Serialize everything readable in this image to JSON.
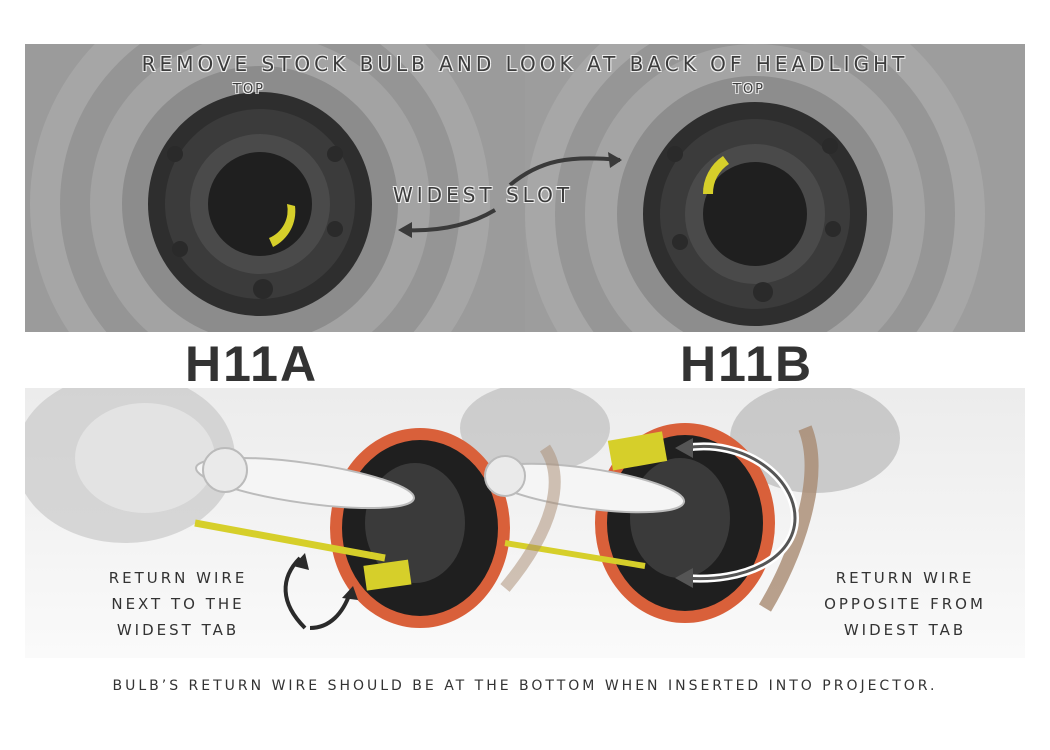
{
  "headline": "REMOVE STOCK BULB AND LOOK AT BACK OF HEADLIGHT",
  "panel_a": {
    "top_label": "TOP",
    "name": "H11A"
  },
  "panel_b": {
    "top_label": "TOP",
    "name": "H11B"
  },
  "widest_slot": "WIDEST SLOT",
  "callout_a": [
    "RETURN WIRE",
    "NEXT TO THE",
    "WIDEST TAB"
  ],
  "callout_b": [
    "RETURN WIRE",
    "OPPOSITE FROM",
    "WIDEST TAB"
  ],
  "footer": "BULB’S RETURN WIRE SHOULD BE AT THE BOTTOM WHEN INSERTED INTO PROJECTOR.",
  "colors": {
    "highlight": "#d6cf2a",
    "seal": "#d9603a",
    "panel_gray": "#9a9a9a"
  }
}
